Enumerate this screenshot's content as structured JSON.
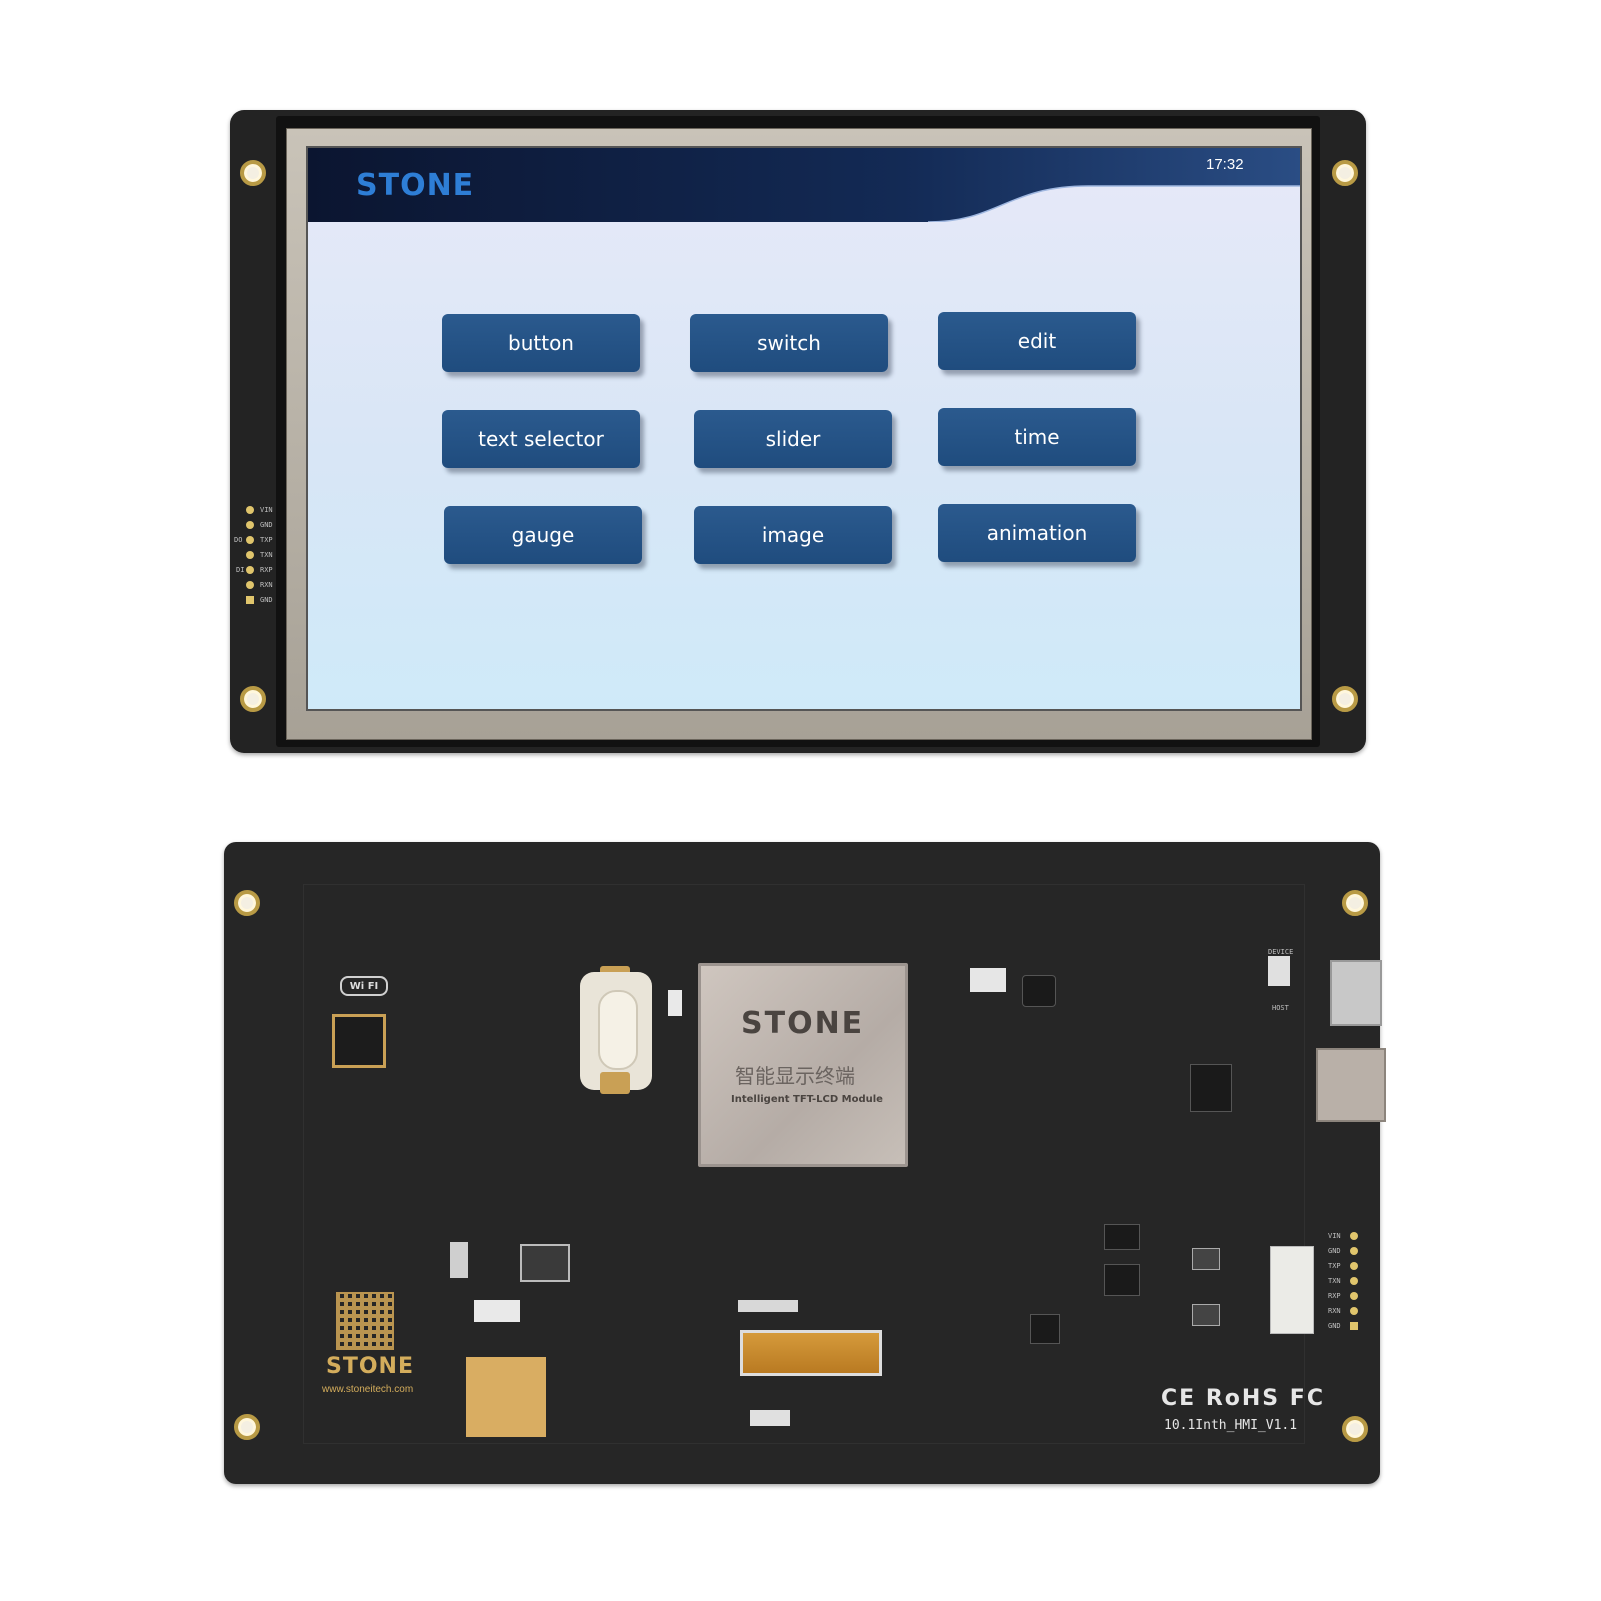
{
  "screen": {
    "brand": "STONE",
    "clock": "17:32",
    "buttons": [
      {
        "label": "button"
      },
      {
        "label": "switch"
      },
      {
        "label": "edit"
      },
      {
        "label": "text selector"
      },
      {
        "label": "slider"
      },
      {
        "label": "time"
      },
      {
        "label": "gauge"
      },
      {
        "label": "image"
      },
      {
        "label": "animation"
      }
    ],
    "colors": {
      "header": "#0f1e3c",
      "button": "#234f82",
      "brand": "#2e7ed6"
    }
  },
  "front_pins": [
    "VIN",
    "GND",
    "TXP",
    "TXN",
    "RXP",
    "RXN",
    "GND"
  ],
  "front_pin_groups": [
    "DO",
    "DI"
  ],
  "back": {
    "chip_brand": "STONE",
    "chip_cn": "智能显示终端",
    "chip_en": "Intelligent TFT-LCD Module",
    "wifi_label": "Wi FI",
    "brand": "STONE",
    "url": "www.stoneitech.com",
    "cert": "CE RoHS FC",
    "model": "10.1Inth_HMI_V1.1",
    "device_label": "DEVICE",
    "host_label": "HOST",
    "right_pins": [
      "VIN",
      "GND",
      "TXP",
      "TXN",
      "RXP",
      "RXN",
      "GND"
    ]
  }
}
